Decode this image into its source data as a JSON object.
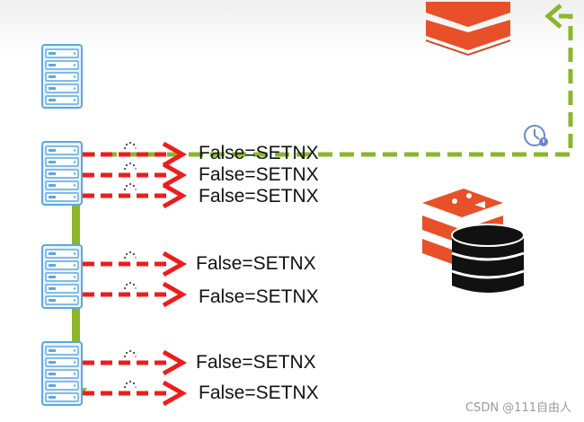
{
  "labels": [
    "False=SETNX",
    "False=SETNX",
    "False=SETNX",
    "False=SETNX",
    "False=SETNX",
    "False=SETNX",
    "False=SETNX"
  ],
  "watermark": "CSDN @111自由人",
  "colors": {
    "request_arrow": "#ee1c1c",
    "lock_line": "#8ab62e",
    "redis_logo": "#e8502a",
    "database": "#111111",
    "server": "#5aa8e0",
    "clock": "#6c86c8"
  },
  "icons": [
    "server-icon",
    "redis-logo-icon",
    "redis-database-icon",
    "clock-icon",
    "spinner-icon"
  ]
}
